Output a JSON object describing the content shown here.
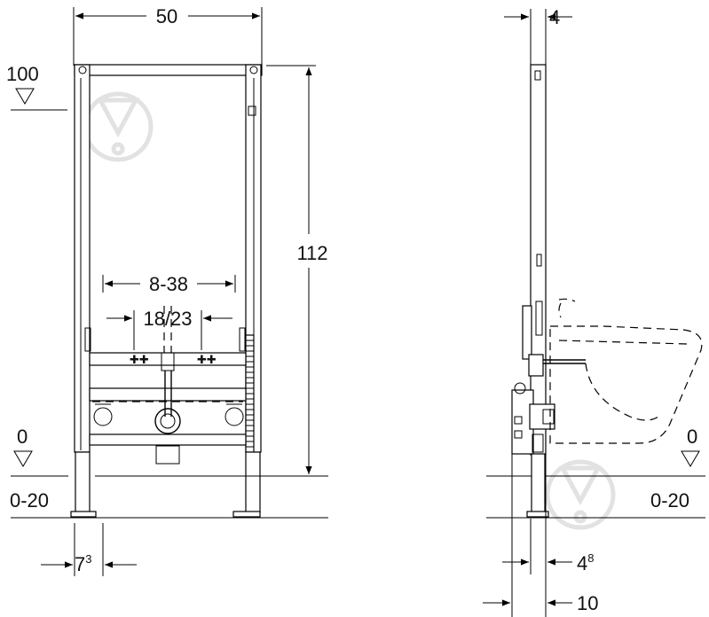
{
  "front": {
    "width": "50",
    "height": "112",
    "level_top": "100",
    "level_floor": "0",
    "adjust": "0-20",
    "connection_range": "8-38",
    "connection_spacing": "18/23",
    "leg_offset_base": "7",
    "leg_offset_sup": "3"
  },
  "side": {
    "depth_top": "4",
    "level_floor": "0",
    "adjust": "0-20",
    "depth_base": "4",
    "depth_base_sup": "8",
    "depth_total": "10"
  },
  "colors": {
    "line": "#000000",
    "watermark": "#e2e2e2"
  },
  "icons": [
    "arrowhead-icon",
    "level-marker-icon",
    "watermark-icon"
  ]
}
